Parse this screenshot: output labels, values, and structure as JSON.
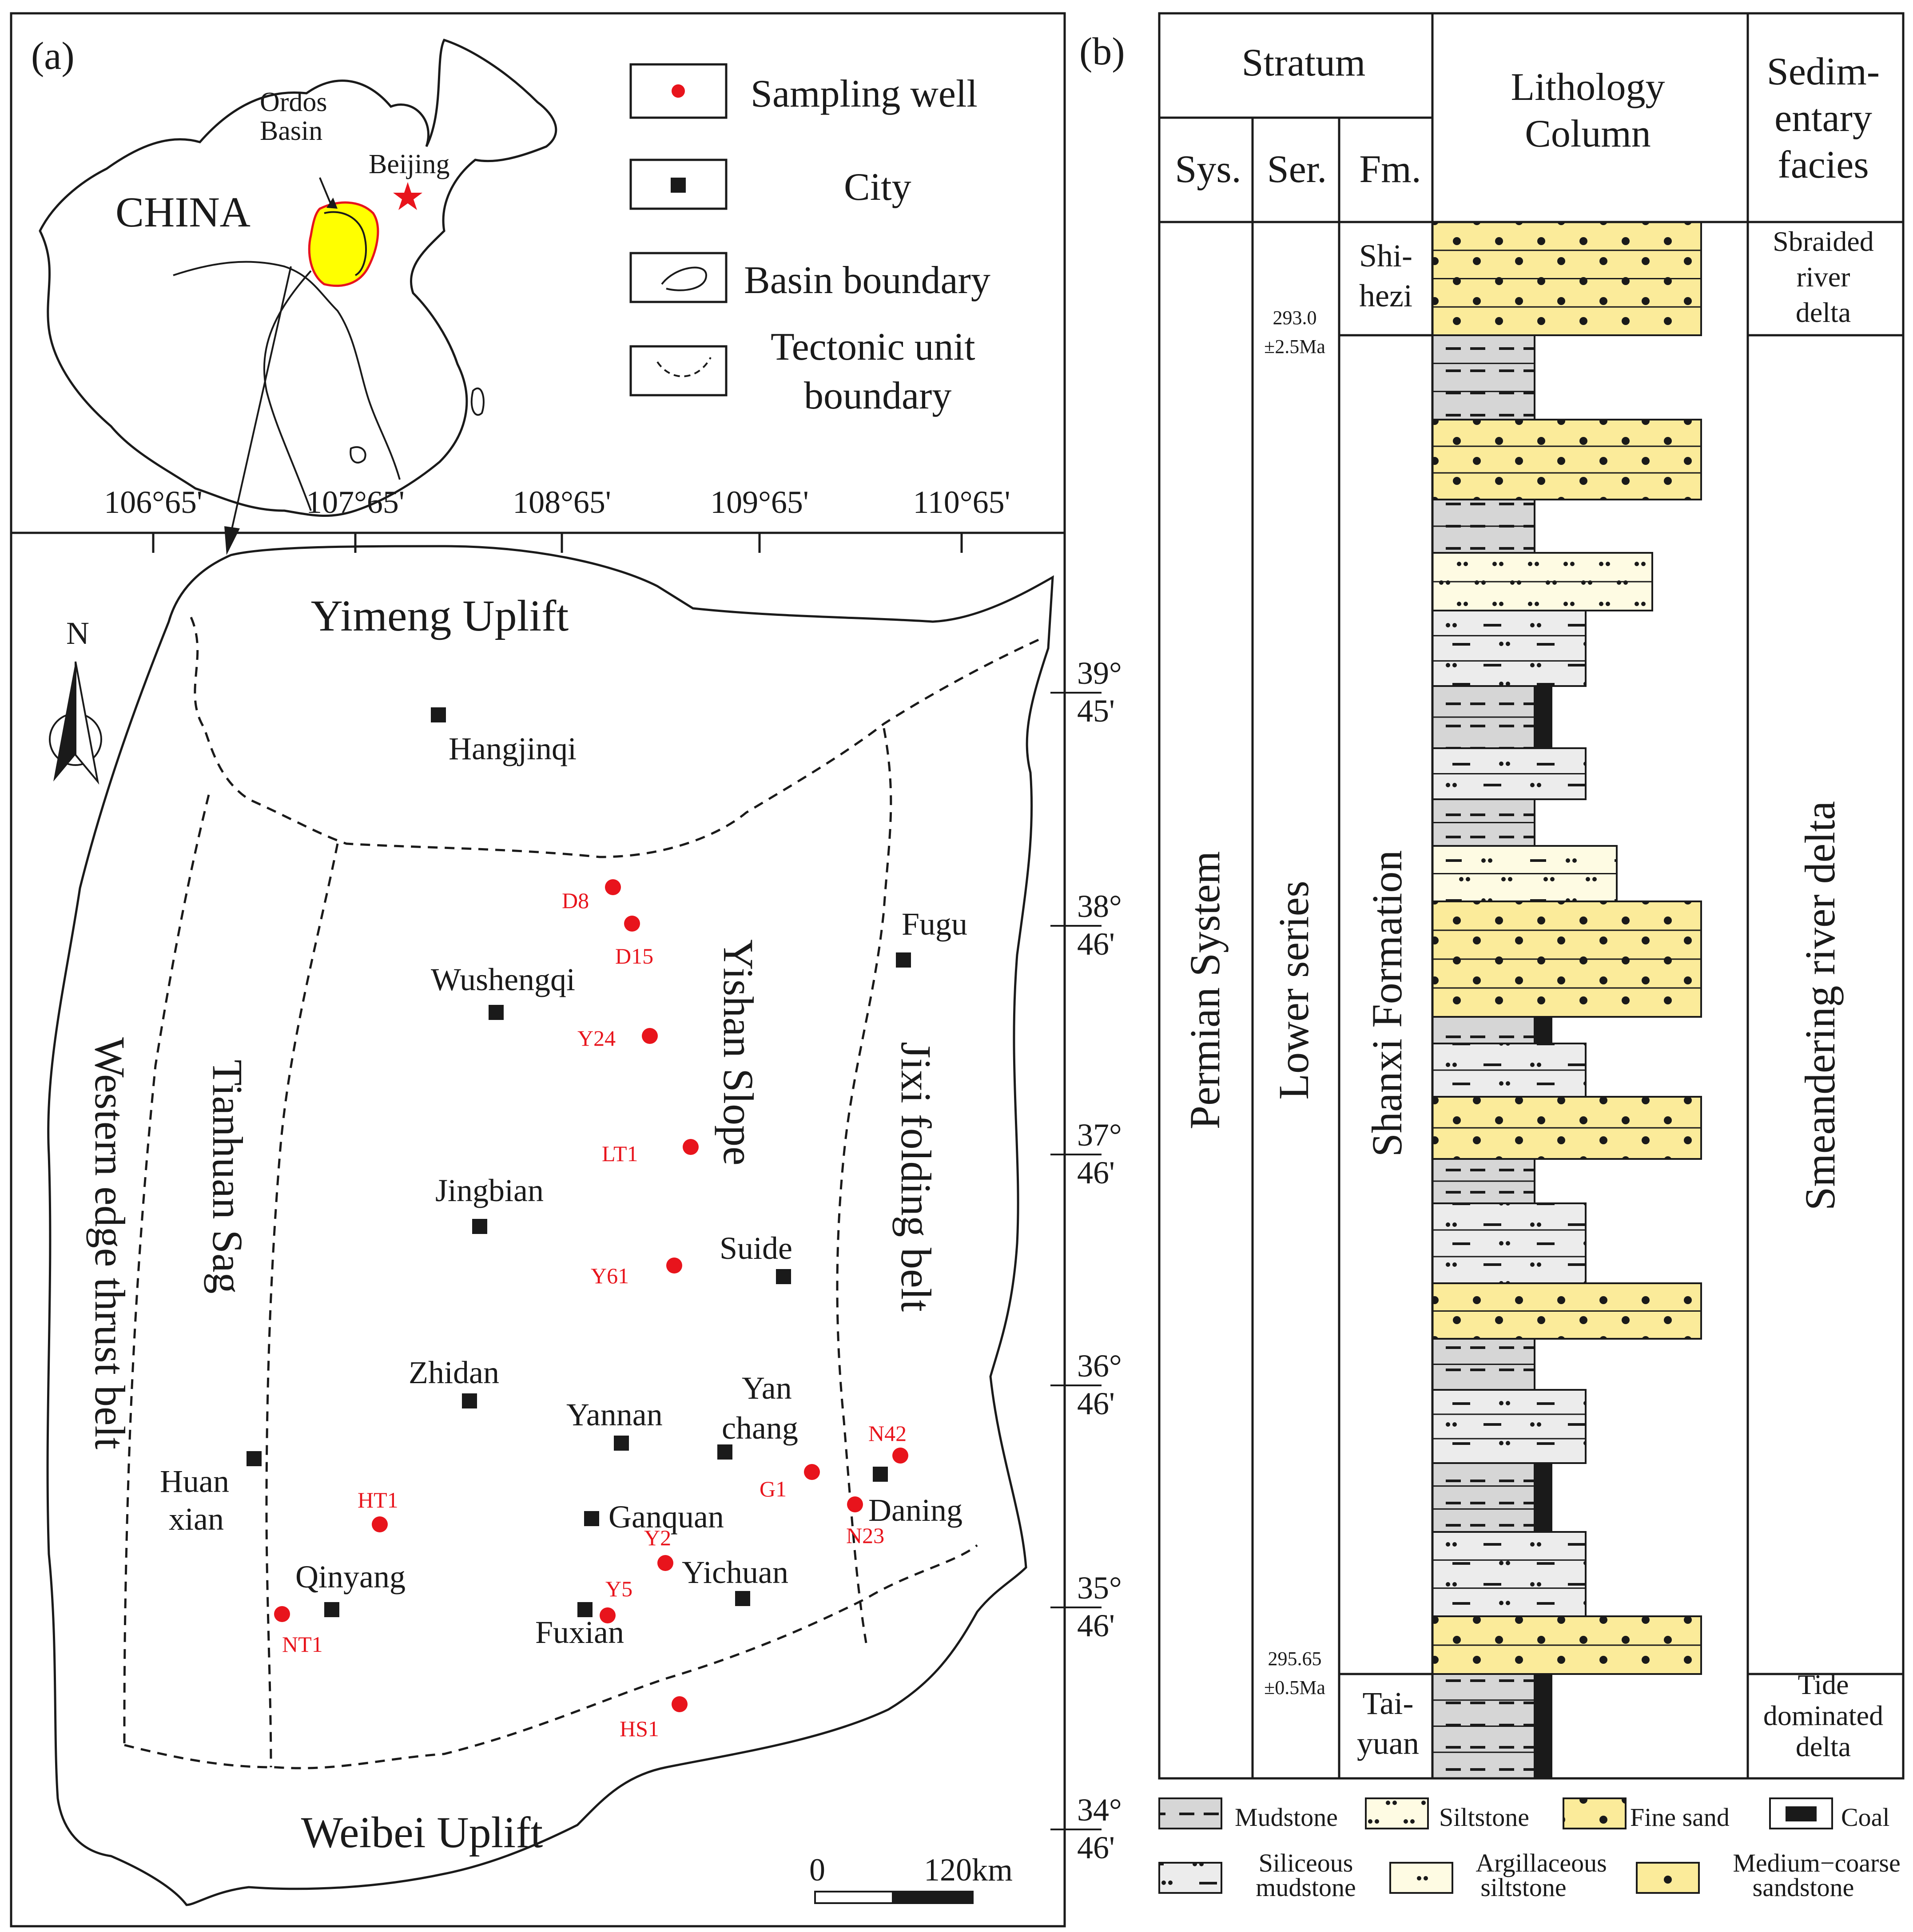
{
  "panel_a": {
    "label": "(a)",
    "inset": {
      "country": "CHINA",
      "basin": "Ordos\nBasin",
      "capital": "Beijing"
    },
    "legend": [
      {
        "key": "sampling_well",
        "label": "Sampling well"
      },
      {
        "key": "city",
        "label": "City"
      },
      {
        "key": "basin_boundary",
        "label": "Basin boundary"
      },
      {
        "key": "tectonic_boundary",
        "label": "Tectonic unit\nboundary"
      }
    ],
    "longitude_ticks": [
      "106°65'",
      "107°65'",
      "108°65'",
      "109°65'",
      "110°65'"
    ],
    "latitude_ticks": [
      "39°\n45'",
      "38°\n46'",
      "37°\n46'",
      "36°\n46'",
      "35°\n46'",
      "34°\n46'"
    ],
    "north": "N",
    "tectonic_units": {
      "yimeng": "Yimeng Uplift",
      "weibei": "Weibei Uplift",
      "western": "Western edge thrust belt",
      "tianhuan": "Tianhuan Sag",
      "yishan": "Yishan Slope",
      "jixi": "Jixi folding belt"
    },
    "cities": [
      {
        "name": "Hangjinqi"
      },
      {
        "name": "Fugu"
      },
      {
        "name": "Wushengqi"
      },
      {
        "name": "Jingbian"
      },
      {
        "name": "Suide"
      },
      {
        "name": "Zhidan"
      },
      {
        "name": "Yannan"
      },
      {
        "name": "Yan\nchang"
      },
      {
        "name": "Huan\nxian"
      },
      {
        "name": "Ganquan"
      },
      {
        "name": "Daning"
      },
      {
        "name": "Qinyang"
      },
      {
        "name": "Yichuan"
      },
      {
        "name": "Fuxian"
      }
    ],
    "wells": [
      {
        "name": "D8"
      },
      {
        "name": "D15"
      },
      {
        "name": "Y24"
      },
      {
        "name": "LT1"
      },
      {
        "name": "Y61"
      },
      {
        "name": "N42"
      },
      {
        "name": "G1"
      },
      {
        "name": "N23"
      },
      {
        "name": "HT1"
      },
      {
        "name": "Y2"
      },
      {
        "name": "Y5"
      },
      {
        "name": "NT1"
      },
      {
        "name": "HS1"
      }
    ],
    "scale": {
      "start": "0",
      "end": "120km"
    }
  },
  "panel_b": {
    "label": "(b)",
    "headers": {
      "stratum": "Stratum",
      "sys": "Sys.",
      "ser": "Ser.",
      "fm": "Fm.",
      "lithology": "Lithology\nColumn",
      "facies": "Sedim-\nentary\nfacies"
    },
    "system": "Permian System",
    "series": "Lower series",
    "ages": [
      "293.0\n±2.5Ma",
      "295.65\n±0.5Ma"
    ],
    "formations": [
      "Shi-\nhezi",
      "Shanxi Formation",
      "Tai-\nyuan"
    ],
    "facies": [
      "Sbraided\nriver\ndelta",
      "Smeandering river delta",
      "Tide\ndominated\ndelta"
    ],
    "legend": [
      {
        "key": "mudstone",
        "label": "Mudstone"
      },
      {
        "key": "siltstone",
        "label": "Siltstone"
      },
      {
        "key": "fine_sand",
        "label": "Fine sand"
      },
      {
        "key": "coal",
        "label": "Coal"
      },
      {
        "key": "siliceous_mudstone",
        "label": "Siliceous\nmudstone"
      },
      {
        "key": "argillaceous_siltstone",
        "label": "Argillaceous\nsiltstone"
      },
      {
        "key": "medium_coarse_sandstone",
        "label": "Medium−coarse\nsandstone"
      }
    ],
    "colors": {
      "sand": "#fbeb9a",
      "silt": "#fefbe3",
      "mud": "#d6d6d6",
      "siliceous": "#ececec",
      "coal": "#1a1a1a",
      "well": "#e8141c",
      "basin_fill": "#ffff00"
    }
  }
}
